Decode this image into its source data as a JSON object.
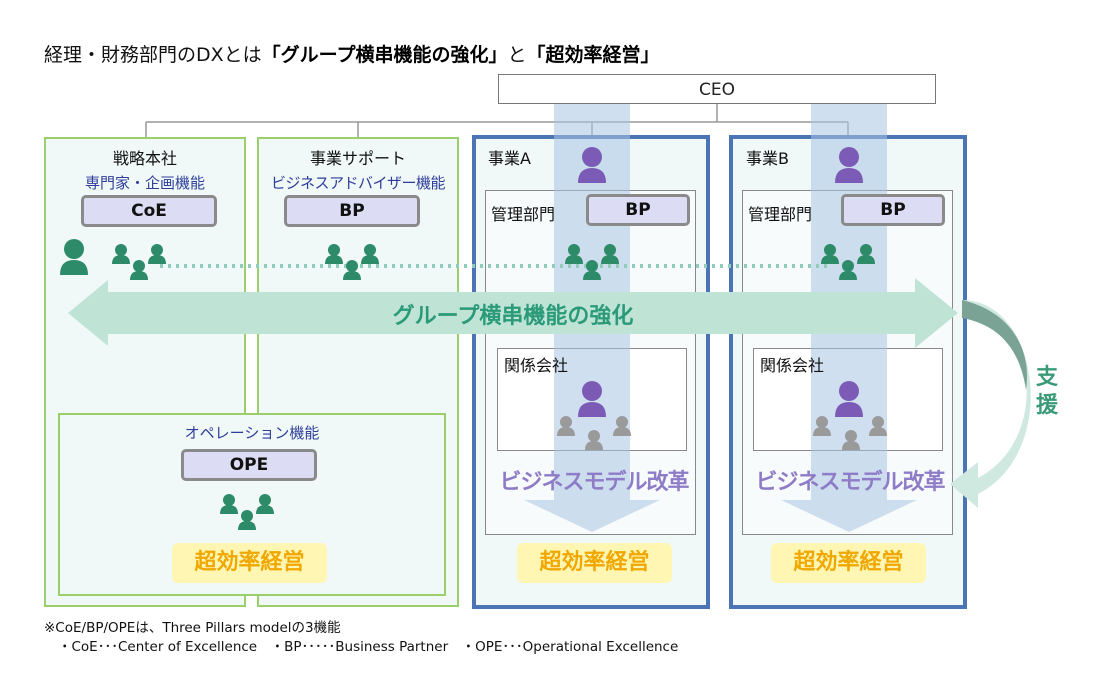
{
  "title": {
    "prefix": "経理・財務部門のDXとは",
    "part1": "「グループ横串機能の強化」",
    "conj": "と",
    "part2": "「超効率経営」"
  },
  "ceo": "CEO",
  "hq": {
    "label": "戦略本社",
    "sub": "専門家・企画機能",
    "pill": "CoE"
  },
  "support": {
    "label": "事業サポート",
    "sub": "ビジネスアドバイザー機能",
    "pill": "BP"
  },
  "ops": {
    "label": "オペレーション機能",
    "pill": "OPE",
    "efficiency": "超効率経営"
  },
  "bizA": {
    "label": "事業A",
    "mgmt": "管理部門",
    "pill": "BP",
    "affiliate": "関係会社",
    "reform": "ビジネスモデル改革",
    "efficiency": "超効率経営"
  },
  "bizB": {
    "label": "事業B",
    "mgmt": "管理部門",
    "pill": "BP",
    "affiliate": "関係会社",
    "reform": "ビジネスモデル改革",
    "efficiency": "超効率経営"
  },
  "arrow_label": "グループ横串機能の強化",
  "support_label": "支援",
  "notes": {
    "line1": "※CoE/BP/OPEは、Three Pillars modelの3機能",
    "line2": "・CoE･･･Center of Excellence　・BP･････Business Partner　・OPE･･･Operational Excellence"
  },
  "colors": {
    "green_border": "#9acf6b",
    "blue_border": "#4a74b4",
    "person_green": "#2e8b6a",
    "person_purple": "#7b5bb5",
    "person_gray": "#9a9a9a",
    "arrow_green": "#bfe4d6",
    "highlight_yellow": "#fff6b3",
    "efficiency_text": "#f0a800",
    "reform_text": "#8e7cc8"
  }
}
